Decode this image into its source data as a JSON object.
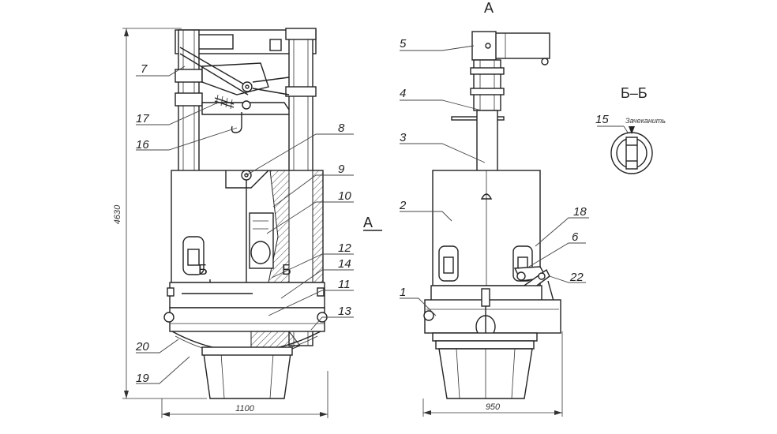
{
  "section_view": {
    "title": "Б–Б",
    "note": "Зачеканить",
    "label": "15"
  },
  "view_marker": "А",
  "section_marker": "Б",
  "dimensions": {
    "height": "4630",
    "left_width": "1100",
    "right_width": "950"
  },
  "left_labels": {
    "l7": "7",
    "l17": "17",
    "l16": "16",
    "l8": "8",
    "l9": "9",
    "l10": "10",
    "l12": "12",
    "l14": "14",
    "l11": "11",
    "l13": "13",
    "l20": "20",
    "l19": "19"
  },
  "right_labels": {
    "l5": "5",
    "l4": "4",
    "l3": "3",
    "l2": "2",
    "l1": "1",
    "l18": "18",
    "l6": "6",
    "l22": "22"
  }
}
